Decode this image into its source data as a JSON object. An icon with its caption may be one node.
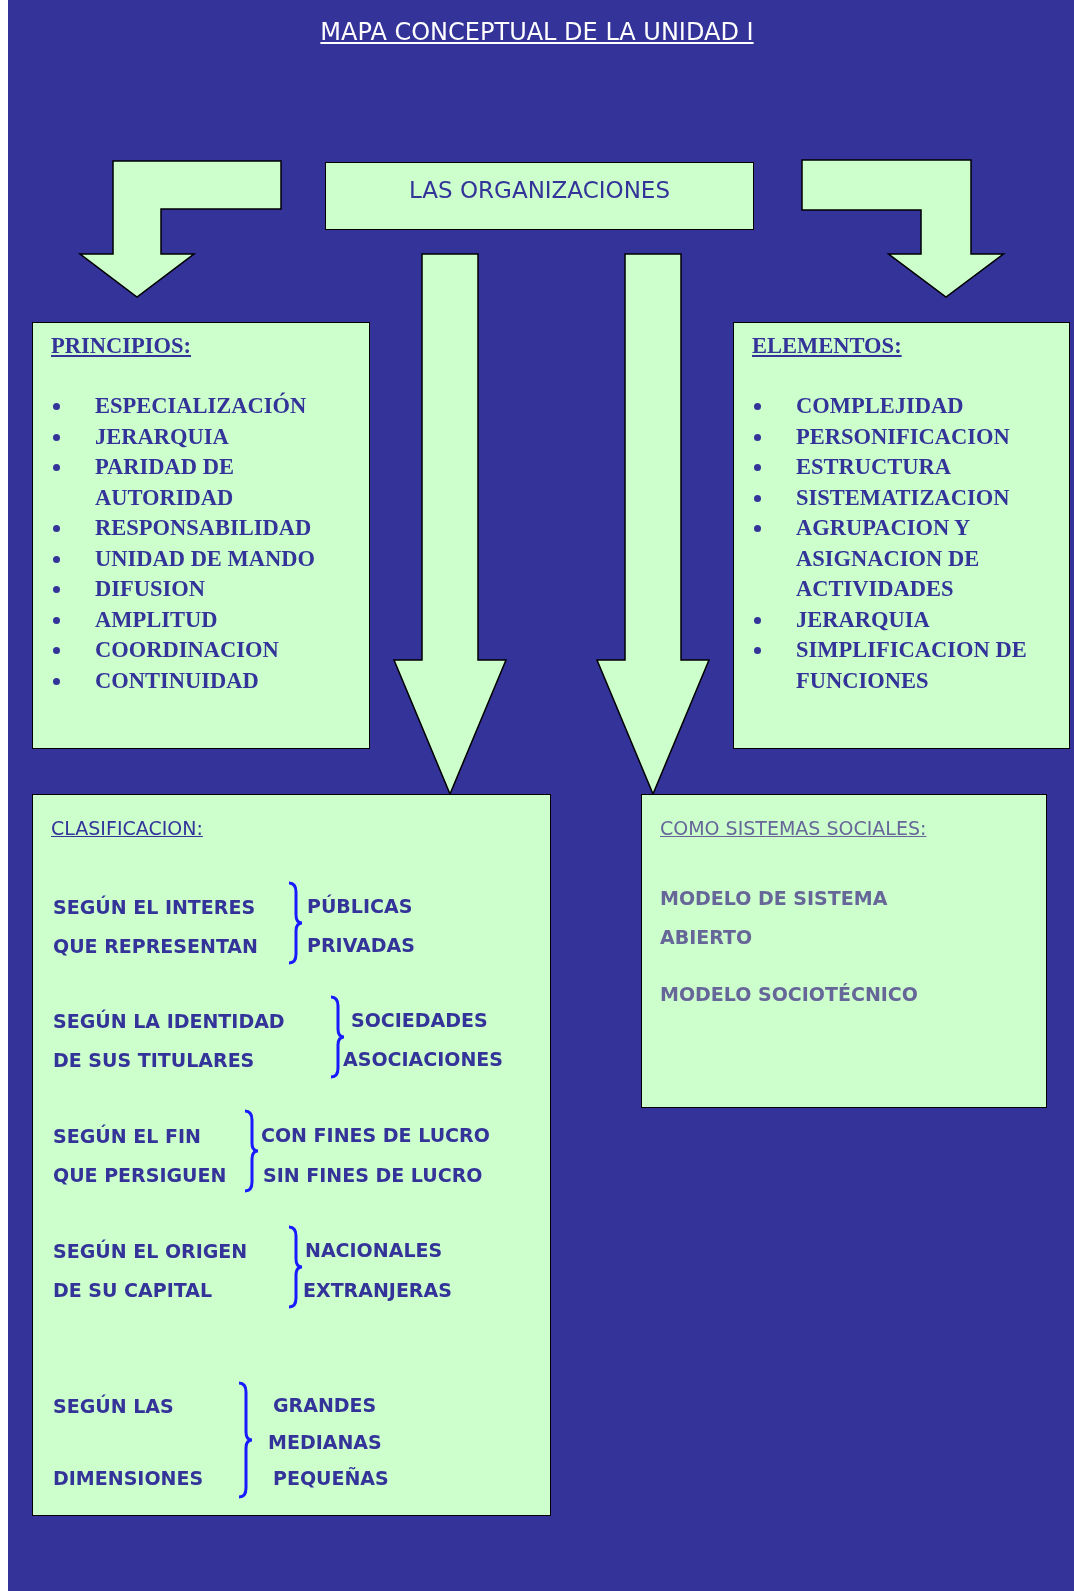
{
  "diagram": {
    "title": "MAPA CONCEPTUAL DE LA UNIDAD I",
    "nodes": [
      {
        "text": [
          "LAS ORGANIZACIONES"
        ]
      },
      {
        "text": [
          "PRINCIPIOS:",
          "ESPECIALIZACIÓN",
          "JERARQUIA",
          "PARIDAD DE AUTORIDAD",
          "RESPONSABILIDAD",
          "UNIDAD DE MANDO",
          "DIFUSION",
          "AMPLITUD",
          "COORDINACION",
          "CONTINUIDAD"
        ]
      },
      {
        "text": [
          "ELEMENTOS:",
          "COMPLEJIDAD",
          "PERSONIFICACION",
          "ESTRUCTURA",
          "SISTEMATIZACION",
          "AGRUPACION Y ASIGNACION DE ACTIVIDADES",
          "JERARQUIA",
          "SIMPLIFICACION DE FUNCIONES"
        ]
      },
      {
        "text": [
          "CLASIFICACION:",
          "SEGÚN EL INTERES QUE REPRESENTAN",
          "PÚBLICAS",
          "PRIVADAS",
          "SEGÚN LA IDENTIDAD DE SUS TITULARES",
          "SOCIEDADES",
          "ASOCIACIONES",
          "SEGÚN EL FIN QUE PERSIGUEN",
          "CON FINES DE LUCRO",
          "SIN FINES DE LUCRO",
          "SEGÚN EL ORIGEN DE SU CAPITAL",
          "NACIONALES",
          "EXTRANJERAS",
          "SEGÚN LAS DIMENSIONES",
          "GRANDES",
          "MEDIANAS",
          "PEQUEÑAS"
        ]
      },
      {
        "text": [
          "COMO SISTEMAS SOCIALES:",
          "MODELO DE SISTEMA ABIERTO",
          "MODELO SOCIOTÉCNICO"
        ]
      }
    ],
    "edges": [
      {
        "from": 0,
        "to": 1,
        "arrow": "to"
      },
      {
        "from": 0,
        "to": 3,
        "arrow": "to"
      },
      {
        "from": 0,
        "to": 4,
        "arrow": "to"
      },
      {
        "from": 0,
        "to": 2,
        "arrow": "to"
      }
    ]
  }
}
